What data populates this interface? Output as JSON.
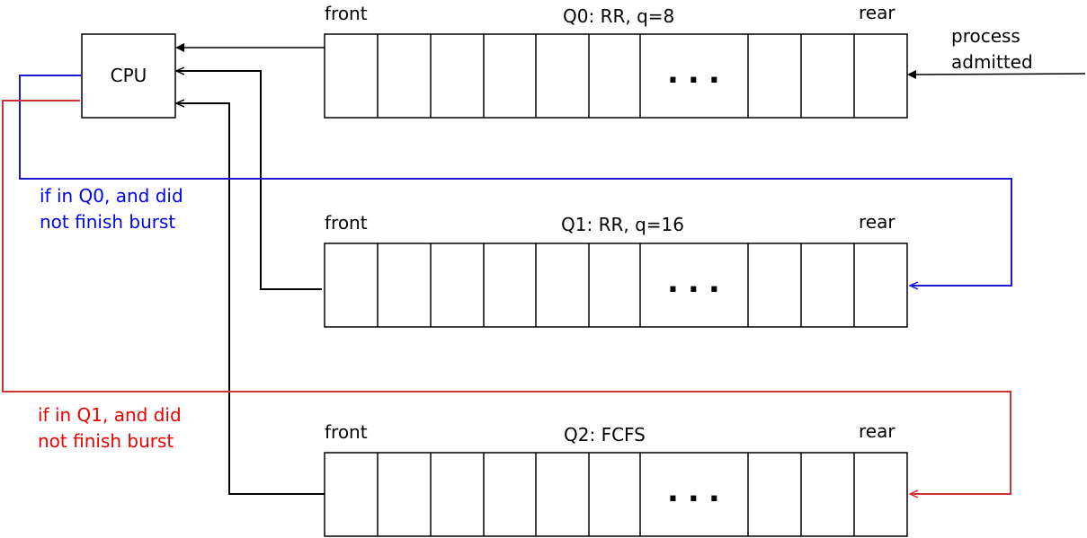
{
  "cpu": {
    "label": "CPU"
  },
  "admission": {
    "line1": "process",
    "line2": "admitted"
  },
  "queues": [
    {
      "front_label": "front",
      "title": "Q0:  RR, q=8",
      "rear_label": "rear",
      "ellipsis": "..."
    },
    {
      "front_label": "front",
      "title": "Q1:   RR, q=16",
      "rear_label": "rear",
      "ellipsis": "..."
    },
    {
      "front_label": "front",
      "title": "Q2:  FCFS",
      "rear_label": "rear",
      "ellipsis": "..."
    }
  ],
  "notes": {
    "q0_demote": {
      "line1": "if in Q0, and did",
      "line2": "not finish burst",
      "color": "#0000ee"
    },
    "q1_demote": {
      "line1": "if in Q1, and did",
      "line2": "not finish burst",
      "color": "#ee0000"
    }
  },
  "colors": {
    "q0_demote_line": "#1a1acc",
    "q1_demote_line": "#cc3333",
    "stroke": "#000000"
  }
}
